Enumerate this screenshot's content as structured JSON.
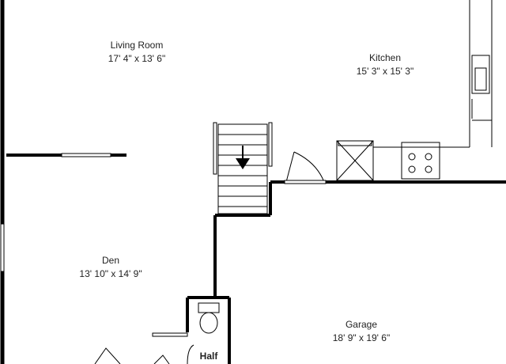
{
  "rooms": {
    "living_room": {
      "name": "Living Room",
      "dims": "17' 4\" x 13' 6\""
    },
    "kitchen": {
      "name": "Kitchen",
      "dims": "15' 3\" x 15' 3\""
    },
    "den": {
      "name": "Den",
      "dims": "13' 10\" x 14' 9\""
    },
    "garage": {
      "name": "Garage",
      "dims": "18' 9\" x 19' 6\""
    },
    "half_bath": {
      "name": "Half"
    }
  },
  "colors": {
    "wall": "#000000",
    "fixture": "#444444",
    "background": "#ffffff"
  },
  "icons": [
    "stair-down-arrow-icon",
    "toilet-icon",
    "stove-icon",
    "sink-icon",
    "door-swing-icon"
  ]
}
